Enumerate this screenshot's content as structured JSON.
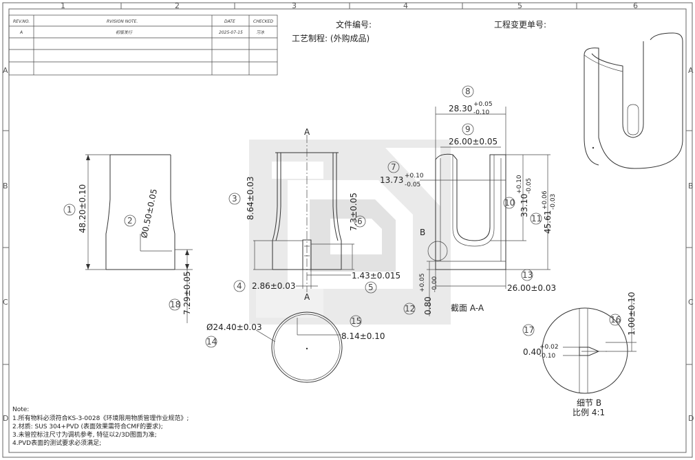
{
  "grid": {
    "cols": [
      "1",
      "2",
      "3",
      "4",
      "5",
      "6"
    ],
    "rows": [
      "A",
      "B",
      "C",
      "D"
    ]
  },
  "revision_table": {
    "headers": [
      "REV.NO.",
      "RVISION NOTE.",
      "DATE",
      "CHECKED"
    ],
    "rows": [
      {
        "rev": "A",
        "note": "初版发行",
        "date": "2025-07-15",
        "checked": "习冰"
      }
    ]
  },
  "header": {
    "doc_no_label": "文件编号:",
    "process_label": "工艺制程: (外购成品)",
    "ecn_label": "工程变更单号:"
  },
  "section_marks": {
    "top": "A",
    "bottom": "A",
    "detail": "B"
  },
  "dims": {
    "d1": "48.20±0.10",
    "d2": "Ø0.50±0.05",
    "d3": "8.64±0.03",
    "d4": "2.86±0.03",
    "d5": "1.43±0.015",
    "d6": "7.3±0.05",
    "d7_base": "13.73",
    "d7_up": "+0.10",
    "d7_low": "-0.05",
    "d8_base": "28.30",
    "d8_up": "+0.05",
    "d8_low": "-0.10",
    "d9": "26.00±0.05",
    "d10_base": "33.10",
    "d10_up": "+0.10",
    "d10_low": "-0.05",
    "d11_base": "45.61",
    "d11_up": "+0.06",
    "d11_low": "-0.03",
    "d12_base": "0.80",
    "d12_up": "+0.05",
    "d12_low": "-0.00",
    "d13": "26.00±0.03",
    "d14": "Ø24.40±0.03",
    "d15": "8.14±0.10",
    "d16": "1.00±0.10",
    "d17_base": "0.40",
    "d17_up": "+0.02",
    "d17_low": "-0.10",
    "d18": "7.29±0.05"
  },
  "balloons": [
    "1",
    "2",
    "3",
    "4",
    "5",
    "6",
    "7",
    "8",
    "9",
    "10",
    "11",
    "12",
    "13",
    "14",
    "15",
    "16",
    "17",
    "18"
  ],
  "section_label": "截面 A-A",
  "detail_label": {
    "title": "细节 B",
    "scale": "比例 4:1"
  },
  "notes": {
    "title": "Note:",
    "lines": [
      "1.所有物料必须符合KS-3-0028《环境限用物质管理作业规范》;",
      "2.材质: SUS 304+PVD (表面效果需符合CMF的要求);",
      "3.未管控标注尺寸为调机参考, 特征以2/3D图面为准;",
      "4.PVD表面的测试要求必须满足;"
    ]
  },
  "colors": {
    "watermark": "#cfcfcf",
    "line": "#333333",
    "balloon": "#555555"
  }
}
